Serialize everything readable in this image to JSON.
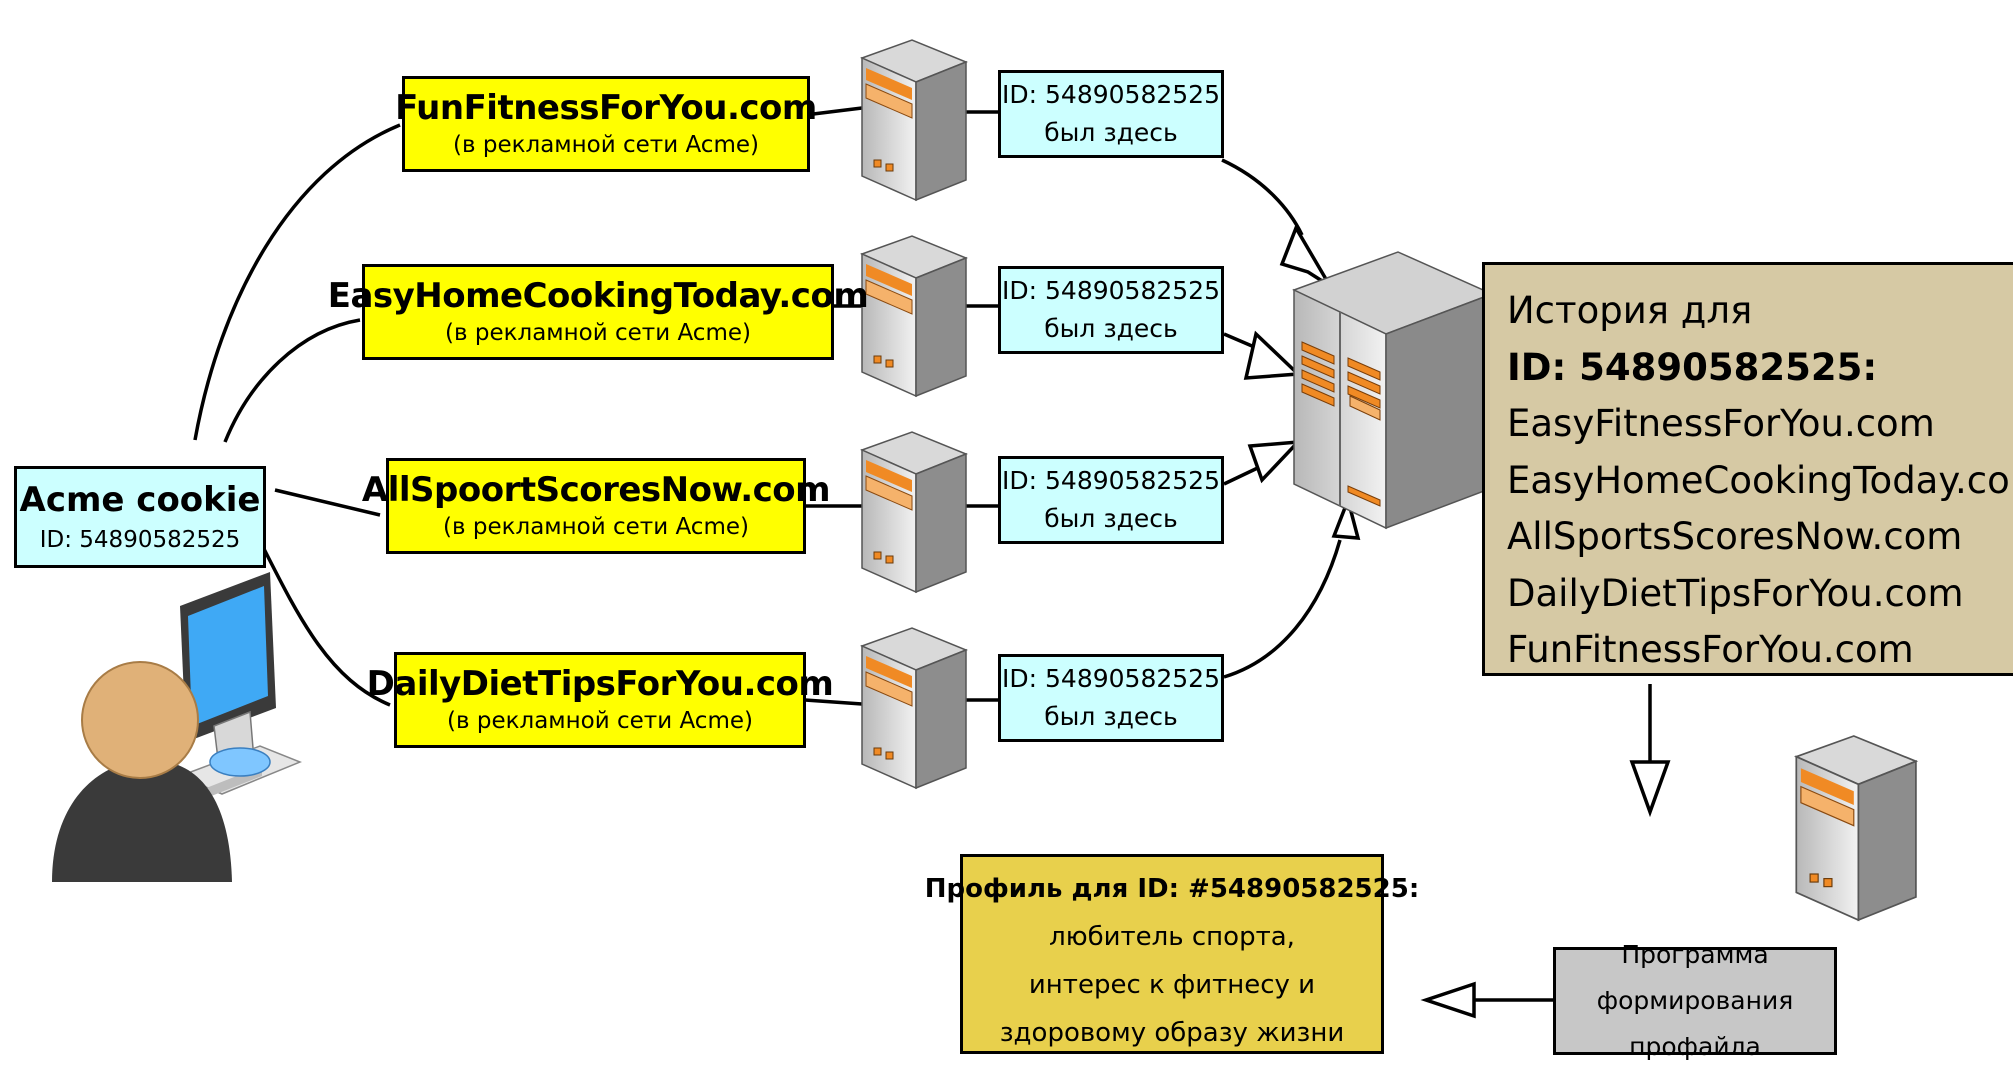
{
  "cookie": {
    "title": "Acme cookie",
    "id_text": "ID: 54890582525"
  },
  "sites": [
    {
      "name": "FunFitnessForYou.com",
      "network": "(в рекламной сети Acme)"
    },
    {
      "name": "EasyHomeCookingToday.com",
      "network": "(в рекламной сети Acme)"
    },
    {
      "name": "AllSpoortScoresNow.com",
      "network": "(в рекламной сети Acme)"
    },
    {
      "name": "DailyDietTipsForYou.com",
      "network": "(в рекламной сети Acme)"
    }
  ],
  "visits": [
    {
      "line1": "ID: 54890582525",
      "line2": "был здесь"
    },
    {
      "line1": "ID: 54890582525",
      "line2": "был здесь"
    },
    {
      "line1": "ID: 54890582525",
      "line2": "был здесь"
    },
    {
      "line1": "ID: 54890582525",
      "line2": "был здесь"
    }
  ],
  "history": {
    "heading": "История для",
    "id": "ID: 54890582525:",
    "sites": [
      "EasyFitnessForYou.com",
      "EasyHomeCookingToday.com",
      "AllSportsScoresNow.com",
      "DailyDietTipsForYou.com",
      "FunFitnessForYou.com"
    ]
  },
  "program": {
    "line1": "Программа формирования",
    "line2": "профайла"
  },
  "profile": {
    "title": "Профиль для ID: #54890582525:",
    "lines": [
      "любитель спорта,",
      "интерес к фитнесу и",
      "здоровому образу жизни"
    ]
  },
  "icons": {
    "server": "server-tower-icon",
    "central": "central-server-icon",
    "user": "user-at-computer-icon"
  },
  "colors": {
    "site_fill": "#ffff00",
    "id_fill": "#ccffff",
    "history_fill": "#d6c9a4",
    "profile_fill": "#e8d04c",
    "program_fill": "#c7c7c7",
    "accent": "#f08a24"
  }
}
